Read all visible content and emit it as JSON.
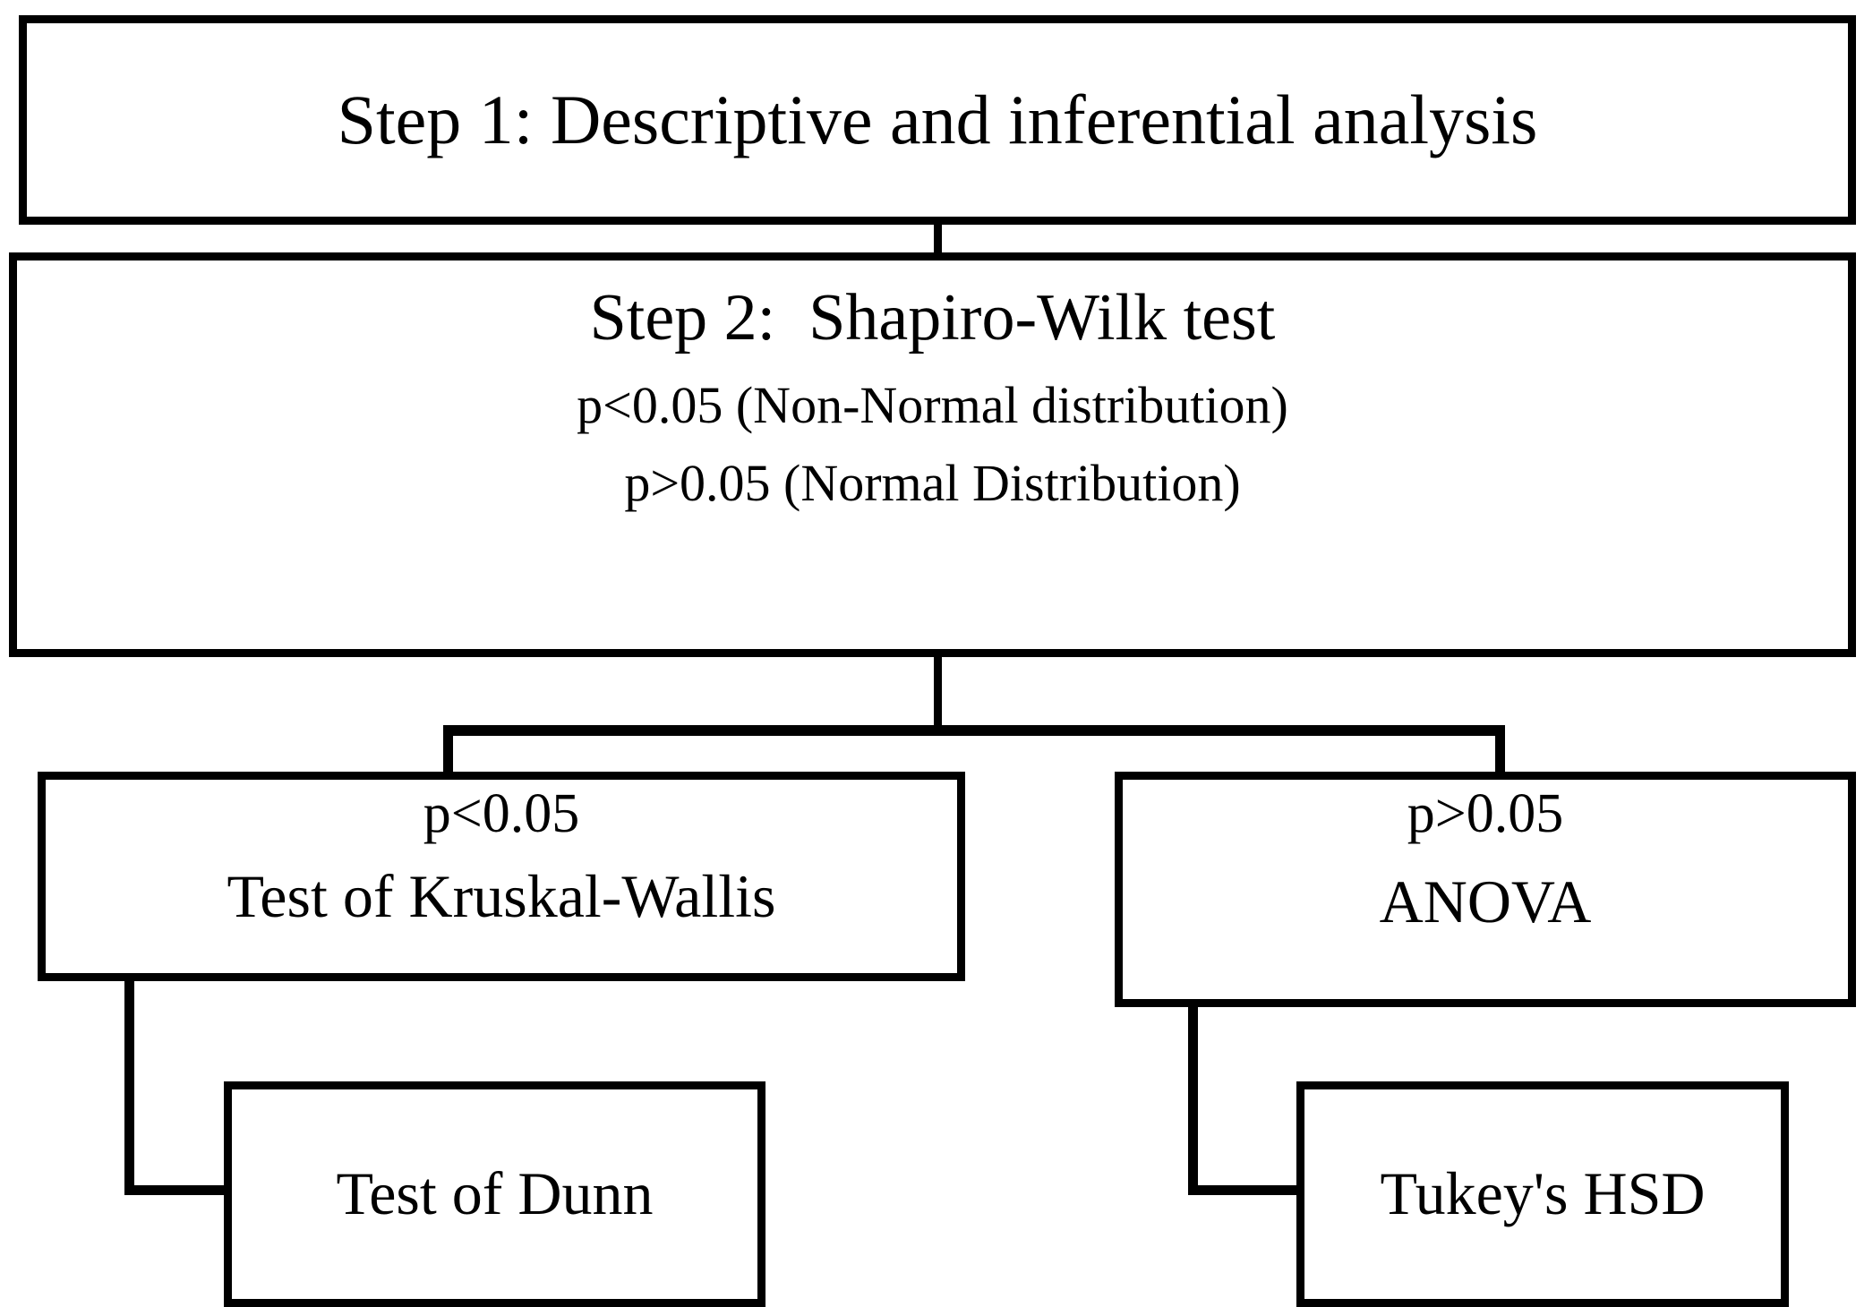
{
  "diagram": {
    "title": "Statistical analysis decision flowchart",
    "type": "flowchart",
    "stroke_color": "#000000",
    "fill_color": "#ffffff",
    "nodes": {
      "step1": {
        "text": "Step 1: Descriptive and inferential analysis"
      },
      "step2": {
        "heading": "Step 2:  Shapiro-Wilk test",
        "line1": "p<0.05 (Non-Normal distribution)",
        "line2": "p>0.05 (Normal Distribution)"
      },
      "kruskal": {
        "condition": "p<0.05",
        "name": "Test of Kruskal-Wallis"
      },
      "anova": {
        "condition": "p>0.05",
        "name": "ANOVA"
      },
      "dunn": {
        "name": "Test of Dunn"
      },
      "tukey": {
        "name": "Tukey's HSD"
      }
    },
    "edges": [
      {
        "from": "step1",
        "to": "step2",
        "style": "straight"
      },
      {
        "from": "step2",
        "to": "kruskal",
        "style": "elbow-split"
      },
      {
        "from": "step2",
        "to": "anova",
        "style": "elbow-split"
      },
      {
        "from": "kruskal",
        "to": "dunn",
        "style": "elbow"
      },
      {
        "from": "anova",
        "to": "tukey",
        "style": "elbow"
      }
    ]
  }
}
